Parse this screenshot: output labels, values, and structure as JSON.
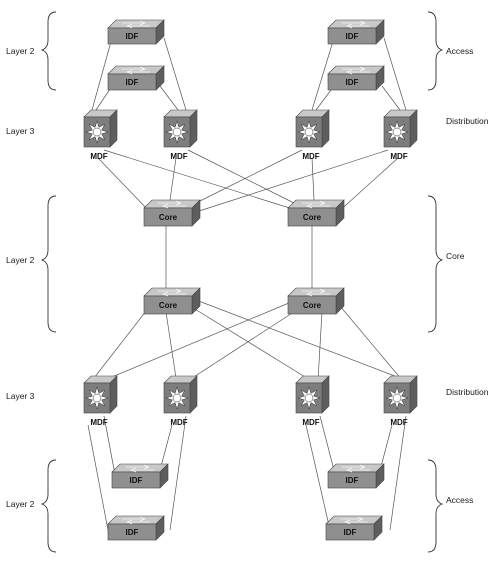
{
  "left_labels": {
    "top_layer2": "Layer 2",
    "top_layer3": "Layer 3",
    "mid_layer2": "Layer 2",
    "bot_layer3": "Layer 3",
    "bot_layer2": "Layer 2"
  },
  "right_labels": {
    "top_access": "Access",
    "top_distribution": "Distribution",
    "core": "Core",
    "bot_distribution": "Distribution",
    "bot_access": "Access"
  },
  "device_labels": {
    "idf": "IDF",
    "mdf": "MDF",
    "core": "Core"
  },
  "colors": {
    "device_face": "#8f8f8f",
    "device_top": "#c8c8c8",
    "device_side": "#5e5e5e",
    "router_face": "#7d7d7d"
  }
}
